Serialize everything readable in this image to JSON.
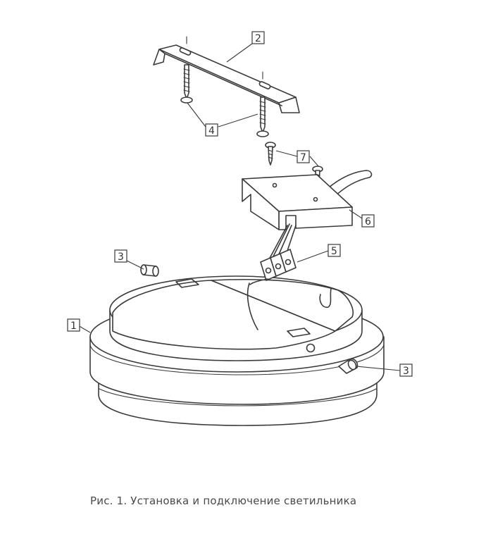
{
  "caption": "Рис. 1.  Установка и подключение светильника",
  "callouts": [
    {
      "id": "1",
      "text": "1"
    },
    {
      "id": "2",
      "text": "2"
    },
    {
      "id": "3a",
      "text": "3"
    },
    {
      "id": "3b",
      "text": "3"
    },
    {
      "id": "4",
      "text": "4"
    },
    {
      "id": "5",
      "text": "5"
    },
    {
      "id": "6",
      "text": "6"
    },
    {
      "id": "7",
      "text": "7"
    }
  ],
  "colors": {
    "line": "#3a3a3a",
    "background": "#ffffff",
    "caption": "#4a4a4a"
  }
}
